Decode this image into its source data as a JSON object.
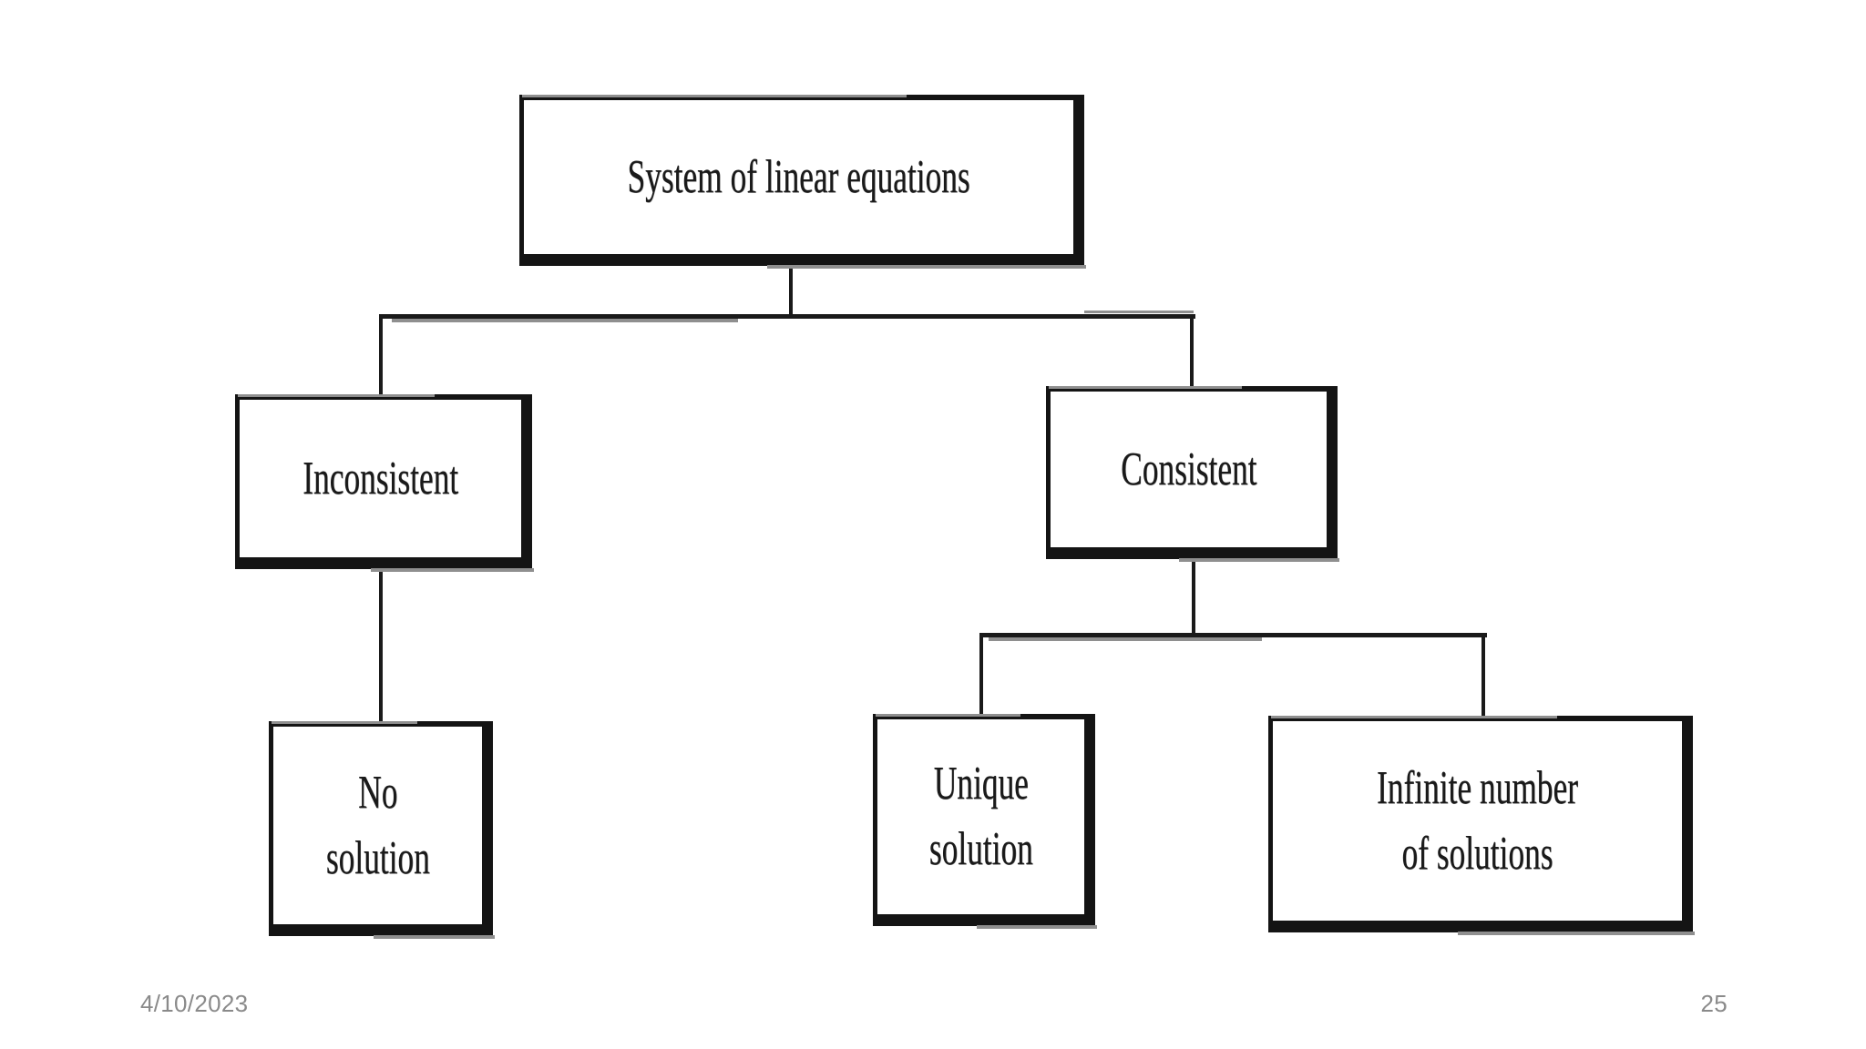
{
  "slide": {
    "footer": {
      "date": "4/10/2023",
      "page_number": "25"
    }
  },
  "diagram": {
    "type": "tree",
    "nodes": {
      "root": {
        "label": "System of linear equations"
      },
      "inconsistent": {
        "label": "Inconsistent"
      },
      "consistent": {
        "label": "Consistent"
      },
      "no_solution": {
        "lines": [
          "No",
          "solution"
        ]
      },
      "unique_solution": {
        "lines": [
          "Unique",
          "solution"
        ]
      },
      "infinite_solutions": {
        "lines": [
          "Infinite number",
          "of solutions"
        ]
      }
    },
    "edges": [
      {
        "from": "root",
        "to": "inconsistent"
      },
      {
        "from": "root",
        "to": "consistent"
      },
      {
        "from": "inconsistent",
        "to": "no_solution"
      },
      {
        "from": "consistent",
        "to": "unique_solution"
      },
      {
        "from": "consistent",
        "to": "infinite_solutions"
      }
    ]
  },
  "colors": {
    "ink": "#141414",
    "line": "#1a1a1a",
    "smudge": "#8f8f8f",
    "footer-text": "#8a8a8a",
    "background": "#ffffff"
  }
}
